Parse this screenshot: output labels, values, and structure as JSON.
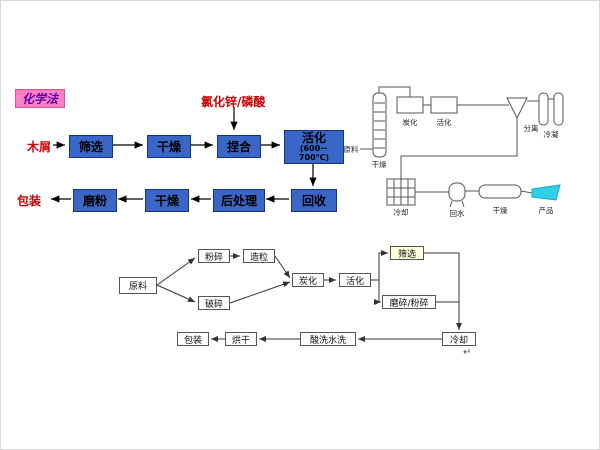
{
  "colors": {
    "flow_box_bg": "#3a66c8",
    "flow_box_border": "#13338a",
    "title_bg": "#ff80c0",
    "title_text": "#5a00b0",
    "red_text": "#cc0000",
    "product_flag": "#2fd0e8"
  },
  "chemical_flow": {
    "title": "化学法",
    "reagent": "氯化锌/磷酸",
    "input": "木屑",
    "output": "包装",
    "step_sieve": "筛选",
    "step_dry1": "干燥",
    "step_knead": "捏合",
    "step_activate_line1": "活化",
    "step_activate_line2": "(600－700℃)",
    "step_recover": "回收",
    "step_post": "后处理",
    "step_dry2": "干燥",
    "step_grind": "磨粉"
  },
  "equipment": {
    "feed": "原料",
    "column": "干燥",
    "unit1": "炭化",
    "unit2": "活化",
    "cyclone": "分离",
    "condenser": "冷凝",
    "cooler": "冷却",
    "water": "回水",
    "dryer": "干燥",
    "product": "产品"
  },
  "bottom_flow": {
    "raw": "原料",
    "mill": "粉碎",
    "granulate": "造粒",
    "crush": "破碎",
    "carbonize": "炭化",
    "activate": "活化",
    "sieve": "筛选",
    "grind": "磨碎/粉碎",
    "cool": "冷却",
    "wash": "酸洗水洗",
    "dry": "烘干",
    "pack": "包装",
    "return_mark": "↵"
  }
}
